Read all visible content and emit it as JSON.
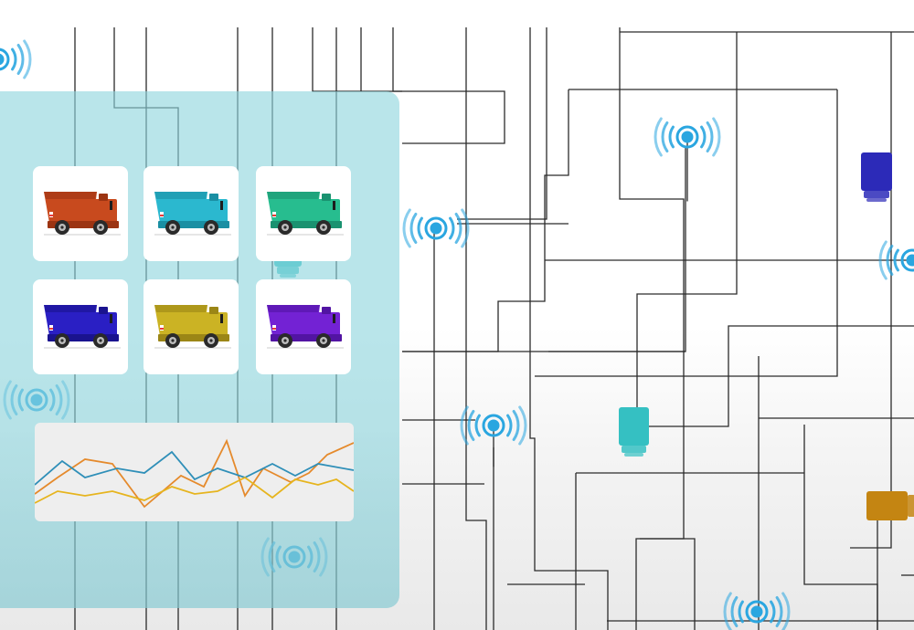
{
  "scene": {
    "panel_color": "#8ed5dd",
    "line_color": "#2b2b2b",
    "signal_color": "#2aa6e0",
    "trucks": [
      {
        "name": "orange-truck",
        "color": "#c84a1e",
        "dark": "#9c3412"
      },
      {
        "name": "cyan-truck",
        "color": "#2bb8cf",
        "dark": "#1a8fa3"
      },
      {
        "name": "green-truck",
        "color": "#27bd8f",
        "dark": "#1a9270"
      },
      {
        "name": "blue-truck",
        "color": "#2a1fc4",
        "dark": "#1a138f"
      },
      {
        "name": "yellow-truck",
        "color": "#cbb324",
        "dark": "#9b8616"
      },
      {
        "name": "purple-truck",
        "color": "#7322d4",
        "dark": "#5214a3"
      }
    ],
    "chart_lines": [
      {
        "name": "orange-line",
        "color": "#e58a2c"
      },
      {
        "name": "blue-line",
        "color": "#2f8fb8"
      },
      {
        "name": "yellow-line",
        "color": "#e6b41e"
      }
    ],
    "devices": [
      {
        "name": "navy-bin-device",
        "color": "#2c2ab8"
      },
      {
        "name": "teal-bin-device",
        "color": "#35c0c2"
      },
      {
        "name": "gold-bin-device",
        "color": "#c48512"
      }
    ]
  }
}
